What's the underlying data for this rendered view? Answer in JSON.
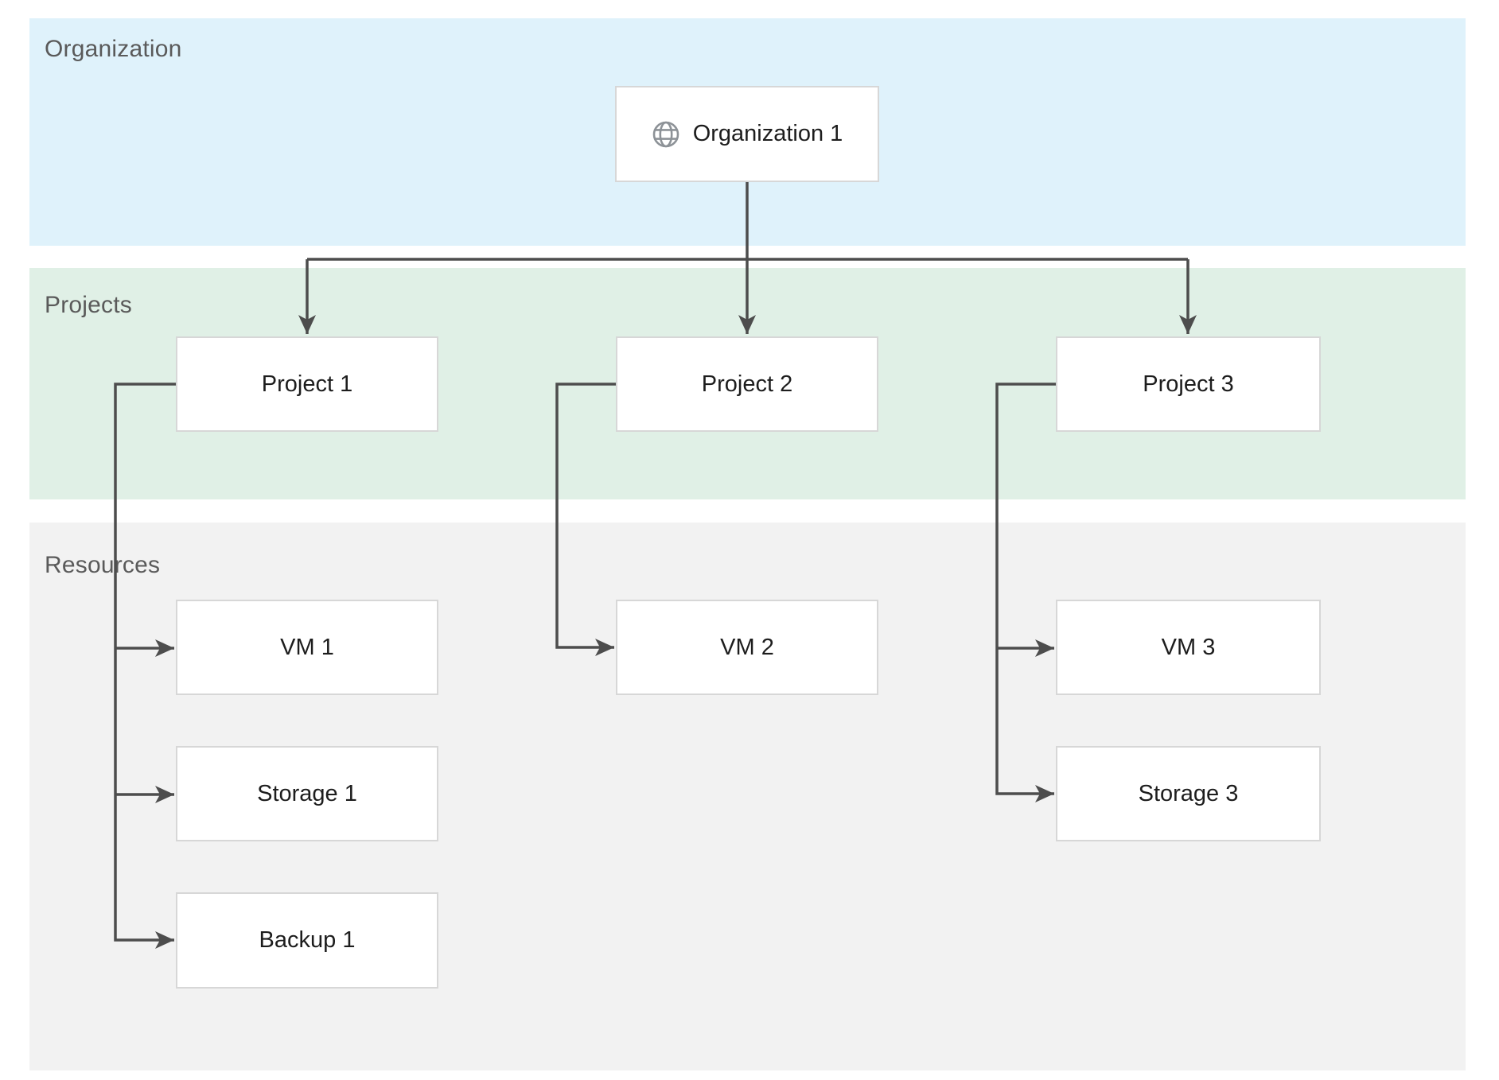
{
  "diagram": {
    "type": "hierarchy",
    "bands": {
      "organization": {
        "label": "Organization",
        "color": "#dff2fb"
      },
      "projects": {
        "label": "Projects",
        "color": "#e0f0e6"
      },
      "resources": {
        "label": "Resources",
        "color": "#f2f2f2"
      }
    },
    "nodes": {
      "organization1": {
        "label": "Organization 1",
        "band": "organization",
        "icon": "globe-icon"
      },
      "project1": {
        "label": "Project 1",
        "band": "projects",
        "parent": "organization1"
      },
      "project2": {
        "label": "Project 2",
        "band": "projects",
        "parent": "organization1"
      },
      "project3": {
        "label": "Project 3",
        "band": "projects",
        "parent": "organization1"
      },
      "vm1": {
        "label": "VM 1",
        "band": "resources",
        "parent": "project1"
      },
      "storage1": {
        "label": "Storage 1",
        "band": "resources",
        "parent": "project1"
      },
      "backup1": {
        "label": "Backup 1",
        "band": "resources",
        "parent": "project1"
      },
      "vm2": {
        "label": "VM 2",
        "band": "resources",
        "parent": "project2"
      },
      "vm3": {
        "label": "VM 3",
        "band": "resources",
        "parent": "project3"
      },
      "storage3": {
        "label": "Storage 3",
        "band": "resources",
        "parent": "project3"
      }
    },
    "edges": [
      {
        "from": "organization1",
        "to": "project1"
      },
      {
        "from": "organization1",
        "to": "project2"
      },
      {
        "from": "organization1",
        "to": "project3"
      },
      {
        "from": "project1",
        "to": "vm1"
      },
      {
        "from": "project1",
        "to": "storage1"
      },
      {
        "from": "project1",
        "to": "backup1"
      },
      {
        "from": "project2",
        "to": "vm2"
      },
      {
        "from": "project3",
        "to": "vm3"
      },
      {
        "from": "project3",
        "to": "storage3"
      }
    ],
    "colors": {
      "connector": "#4d4d4d",
      "box_fill": "#ffffff",
      "box_border": "#d7d7d7",
      "band_label_text": "#5a5a5a",
      "node_label_text": "#1d1d1d",
      "globe_icon": "#8d9297"
    }
  }
}
